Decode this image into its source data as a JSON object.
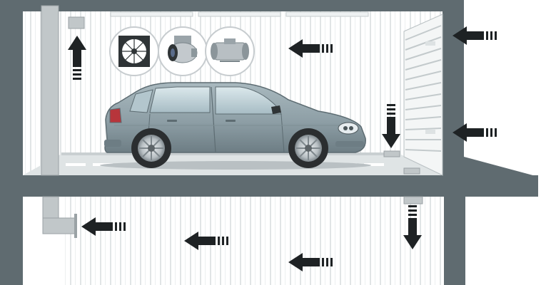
{
  "colors": {
    "structure": "#5f6b70",
    "structure_dark": "#4e595d",
    "wall": "#ffffff",
    "wall_stripe": "#dfe4e5",
    "duct": "#bcc2c4",
    "car_body": "#8d9fa6",
    "car_shadow": "#6f8087",
    "car_window": "#c8dce3",
    "wheel": "#2b2e30",
    "rim": "#c9ced1",
    "arrow": "#1e2224",
    "ceiling_light": "#eef1f2",
    "badge_bg": "#ffffff",
    "badge_border": "#c7cccf"
  },
  "icons": [
    "ventilation-diagram-icon",
    "wall-axial-fan-icon",
    "inline-duct-fan-icon",
    "mixed-flow-duct-fan-icon",
    "car-icon",
    "airflow-arrow-icon",
    "louvre-grille-icon",
    "exhaust-duct-icon"
  ],
  "flow_arrows": [
    {
      "id": "exhaust-up",
      "direction": "up"
    },
    {
      "id": "intake-right-top",
      "direction": "left"
    },
    {
      "id": "intake-right-middle",
      "direction": "left"
    },
    {
      "id": "garage-flow",
      "direction": "left"
    },
    {
      "id": "floor-drop",
      "direction": "down"
    },
    {
      "id": "lower-duct-inlet",
      "direction": "left"
    },
    {
      "id": "lower-flow-left",
      "direction": "left"
    },
    {
      "id": "lower-flow-right",
      "direction": "left"
    },
    {
      "id": "lower-drop",
      "direction": "down"
    }
  ]
}
